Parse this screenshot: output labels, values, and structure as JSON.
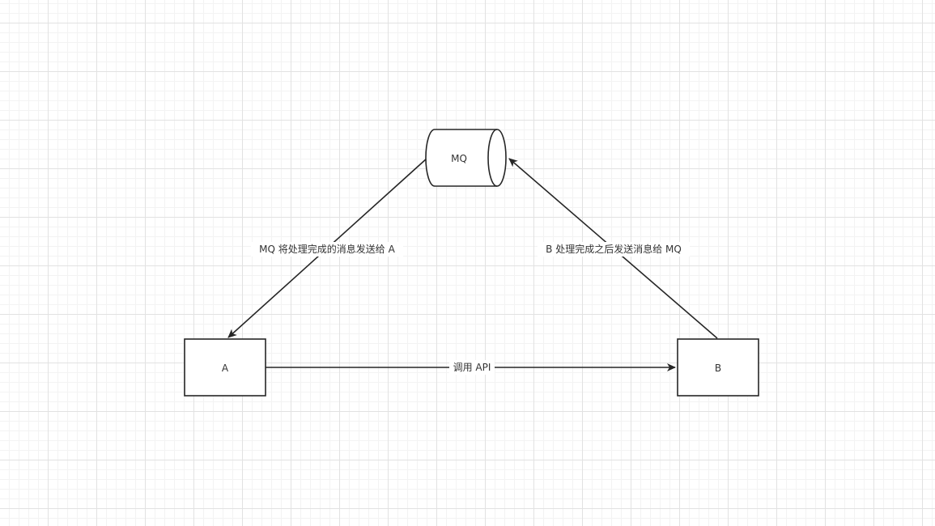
{
  "nodes": {
    "mq": {
      "label": "MQ",
      "shape": "cylinder"
    },
    "a": {
      "label": "A",
      "shape": "rectangle"
    },
    "b": {
      "label": "B",
      "shape": "rectangle"
    }
  },
  "edges": [
    {
      "from": "mq",
      "to": "a",
      "label": "MQ 将处理完成的消息发送给 A"
    },
    {
      "from": "b",
      "to": "mq",
      "label": "B 处理完成之后发送消息给 MQ"
    },
    {
      "from": "a",
      "to": "b",
      "label": "调用 API"
    }
  ],
  "colors": {
    "stroke": "#262626",
    "text": "#333333",
    "background": "#ffffff",
    "grid": "#e2e2e2"
  }
}
